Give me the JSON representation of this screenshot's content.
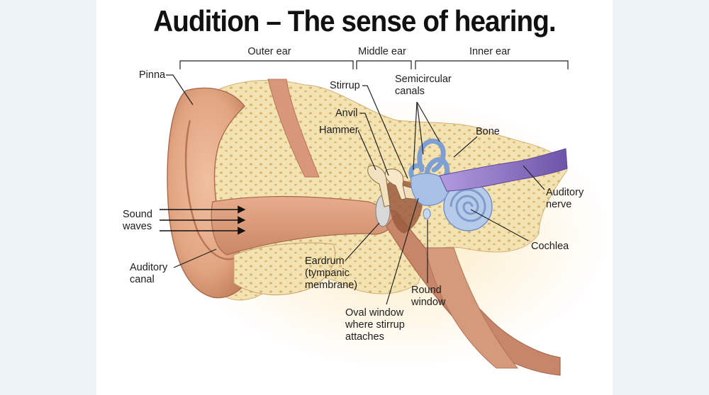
{
  "title": "Audition – The sense of hearing.",
  "sections": {
    "outer": "Outer ear",
    "middle": "Middle ear",
    "inner": "Inner ear"
  },
  "labels": {
    "pinna": "Pinna",
    "stirrup": "Stirrup",
    "anvil": "Anvil",
    "hammer": "Hammer",
    "semicircular_line1": "Semicircular",
    "semicircular_line2": "canals",
    "bone": "Bone",
    "auditory_nerve_line1": "Auditory",
    "auditory_nerve_line2": "nerve",
    "sound_waves_line1": "Sound",
    "sound_waves_line2": "waves",
    "cochlea": "Cochlea",
    "auditory_canal_line1": "Auditory",
    "auditory_canal_line2": "canal",
    "eardrum_line1": "Eardrum",
    "eardrum_line2": "(tympanic",
    "eardrum_line3": "membrane)",
    "round_window_line1": "Round",
    "round_window_line2": "window",
    "oval_window_line1": "Oval window",
    "oval_window_line2": "where stirrup",
    "oval_window_line3": "attaches"
  },
  "colors": {
    "skin": "#e9b493",
    "skin_dark": "#c98a6a",
    "bone": "#f2dfae",
    "bone_spot": "#d8b978",
    "inner_ear": "#9bb8e0",
    "nerve": "#8a6fb8",
    "canal": "#d7987a"
  }
}
